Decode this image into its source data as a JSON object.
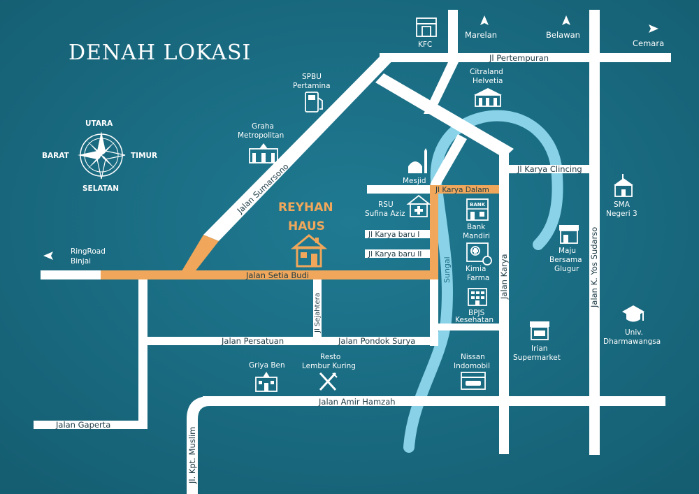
{
  "title": "DENAH LOKASI",
  "brand": {
    "line1": "REYHAN",
    "line2": "HAUS"
  },
  "compass": {
    "north": "UTARA",
    "south": "SELATAN",
    "west": "BARAT",
    "east": "TIMUR"
  },
  "directions": {
    "marelan": "Marelan",
    "belawan": "Belawan",
    "cemara": "Cemara",
    "ringroad_1": "RingRoad",
    "ringroad_2": "Binjai"
  },
  "roads": {
    "pertempuran": "Jl Pertempuran",
    "sumarsono": "Jalan Sumarsono",
    "setia_budi": "Jalan Setia Budi",
    "karya_dalam": "Jl Karya Dalam",
    "karya_baru_1": "Jl Karya baru I",
    "karya_baru_2": "Jl Karya baru II",
    "karya_clincing": "Jl Karya Clincing",
    "jalan_karya": "Jalan Karya",
    "yos_sudarso": "Jalan K. Yos Sudarso",
    "sejahtera": "Jl Sejahtera",
    "persatuan": "Jalan Persatuan",
    "pondok_surya": "Jalan Pondok Surya",
    "amir_hamzah": "Jalan Amir Hamzah",
    "gaperta": "Jalan Gaperta",
    "kpt_muslim": "Jl. Kpt. Muslim",
    "sungai": "Sungai"
  },
  "pois": {
    "kfc": "KFC",
    "spbu_1": "SPBU",
    "spbu_2": "Pertamina",
    "citraland_1": "Citraland",
    "citraland_2": "Helvetia",
    "graha_1": "Graha",
    "graha_2": "Metropolitan",
    "mesjid": "Mesjid",
    "rsu_1": "RSU",
    "rsu_2": "Sufina Aziz",
    "bank_1": "Bank",
    "bank_2": "Mandiri",
    "bank_sign": "BANK",
    "kimia_1": "Kimia",
    "kimia_2": "Farma",
    "bpjs_1": "BPJS",
    "bpjs_2": "Kesehatan",
    "sma_1": "SMA",
    "sma_2": "Negeri 3",
    "maju_1": "Maju",
    "maju_2": "Bersama",
    "maju_3": "Glugur",
    "univ_1": "Univ.",
    "univ_2": "Dharmawangsa",
    "irian_1": "Irian",
    "irian_2": "Supermarket",
    "nissan_1": "Nissan",
    "nissan_2": "Indomobil",
    "griya": "Griya Ben",
    "resto_1": "Resto",
    "resto_2": "Lembur Kuring"
  },
  "colors": {
    "background": "#1b6f86",
    "road": "#ffffff",
    "highlight_road": "#f0a75b",
    "river": "#8fd7ec",
    "brand": "#f0a75b"
  }
}
